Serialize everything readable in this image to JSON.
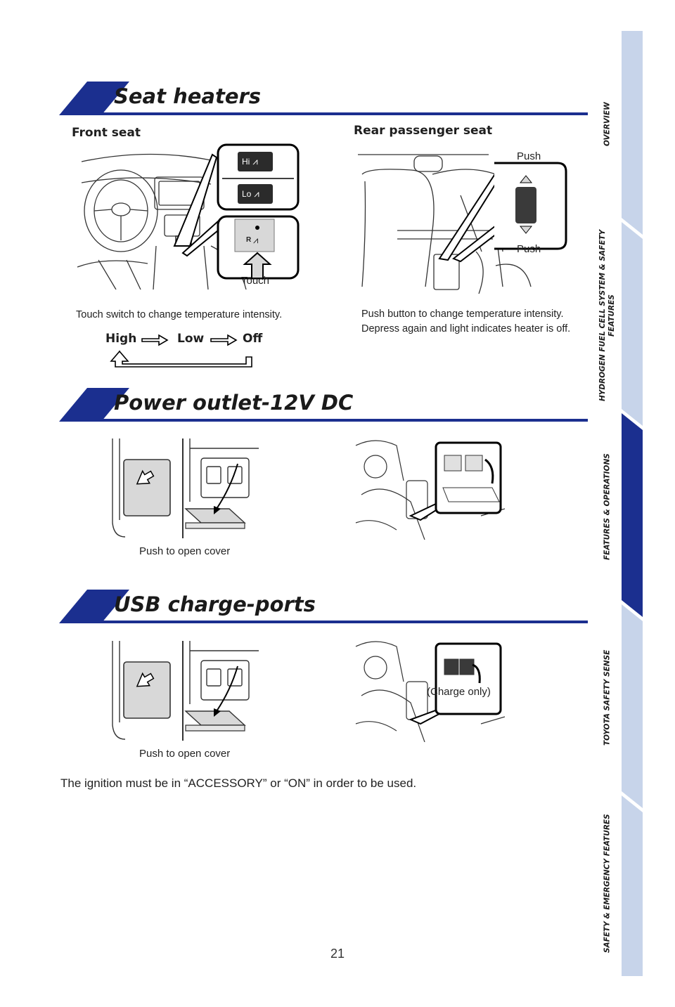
{
  "sections": {
    "seat_heaters": {
      "title": "Seat heaters",
      "front_label": "Front seat",
      "rear_label": "Rear passenger seat",
      "icon_hi": "Hi",
      "icon_lo": "Lo",
      "icon_r": "R",
      "touch_label": "Touch",
      "push_top": "Push",
      "push_bottom": "Push",
      "front_caption": "Touch switch to change temperature intensity.",
      "rear_caption": "Push button to change temperature intensity. Depress again and light indicates heater is off.",
      "sequence": [
        "High",
        "Low",
        "Off"
      ]
    },
    "power_outlet": {
      "title": "Power outlet-12V DC",
      "caption": "Push to open cover"
    },
    "usb": {
      "title": "USB charge-ports",
      "caption": "Push to open cover",
      "charge_only": "(Charge only)"
    }
  },
  "footer_note": "The ignition must be in “ACCESSORY” or “ON” in order to be used.",
  "page_number": "21",
  "sidebar": {
    "tabs": [
      "OVERVIEW",
      "HYDROGEN FUEL CELL SYSTEM & SAFETY FEATURES",
      "FEATURES & OPERATIONS",
      "TOYOTA SAFETY SENSE",
      "SAFETY & EMERGENCY FEATURES"
    ],
    "active_index": 2
  },
  "colors": {
    "accent": "#1b2f8f",
    "tab_inactive": "#c7d4ea",
    "panel_gray": "#d8d8d8"
  }
}
